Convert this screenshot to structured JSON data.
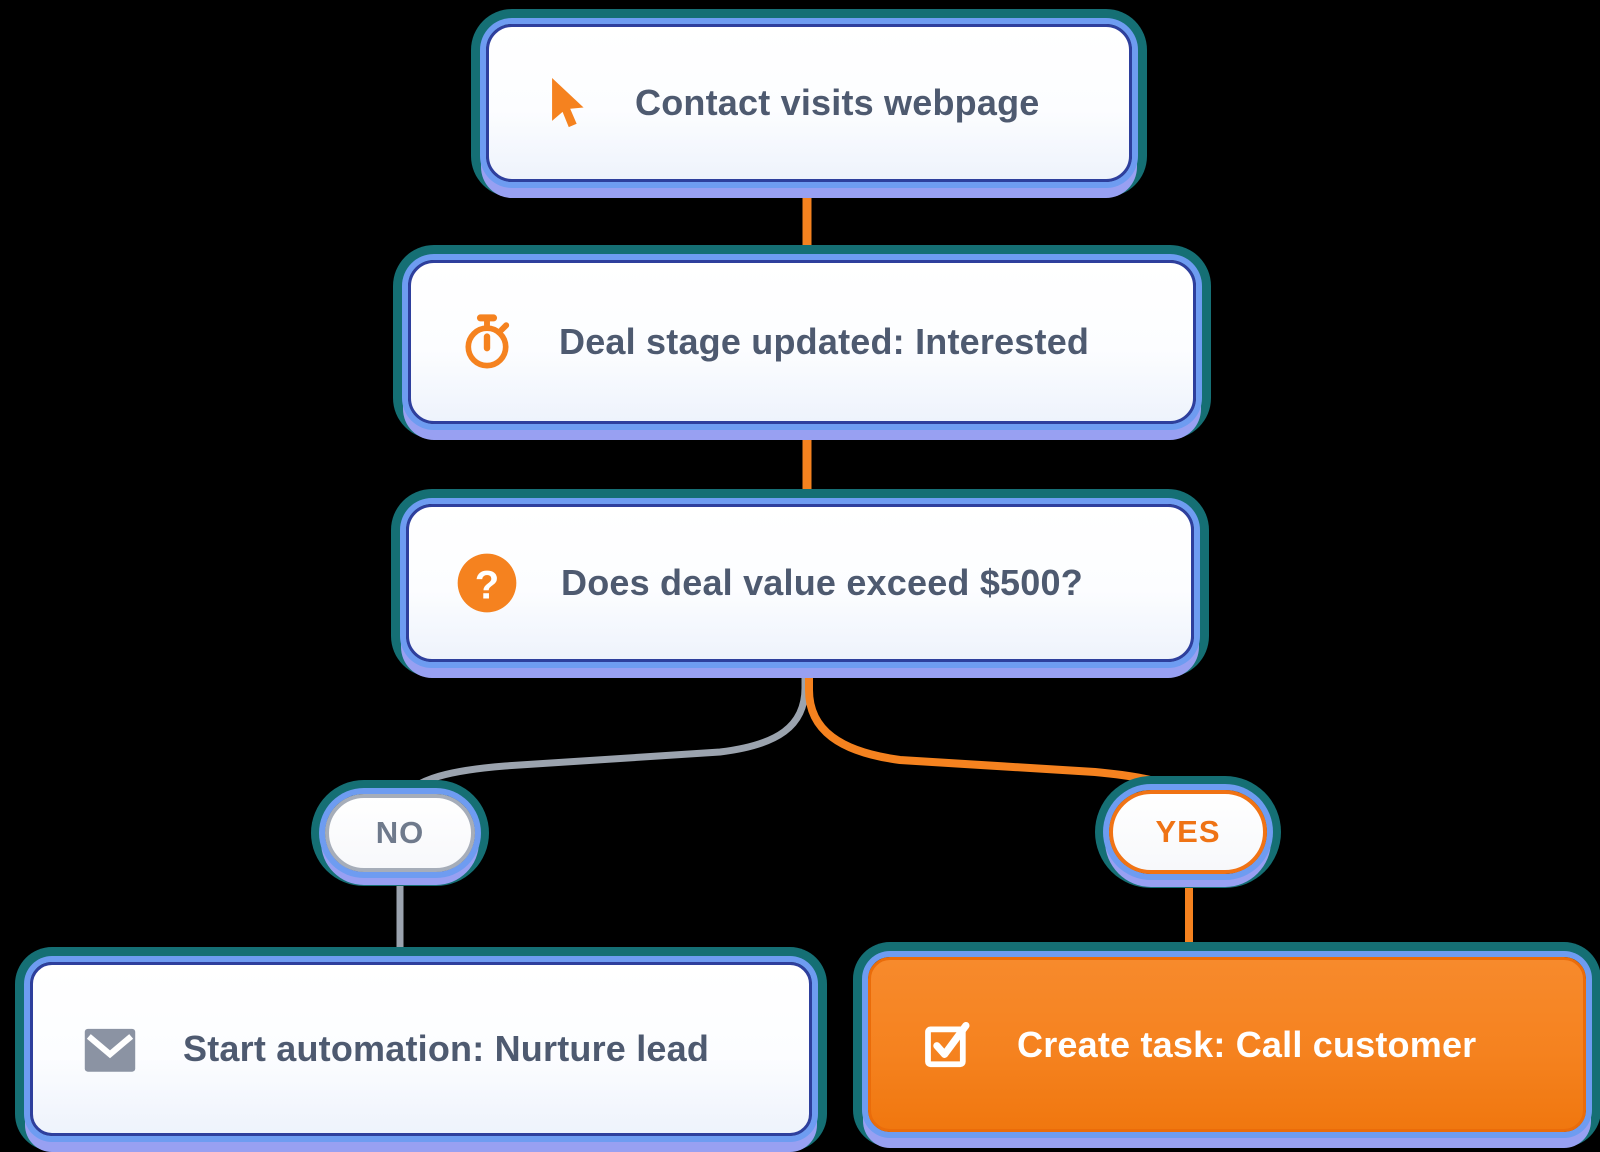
{
  "diagram": {
    "nodes": {
      "trigger": {
        "label": "Contact visits webpage",
        "icon": "cursor-icon"
      },
      "stage": {
        "label": "Deal stage updated: Interested",
        "icon": "stopwatch-icon"
      },
      "condition": {
        "label": "Does deal value exceed $500?",
        "icon": "question-circle-icon"
      },
      "no_action": {
        "label": "Start automation: Nurture lead",
        "icon": "envelope-icon"
      },
      "yes_action": {
        "label": "Create task: Call customer",
        "icon": "checkbox-check-icon"
      }
    },
    "branch_labels": {
      "no": "NO",
      "yes": "YES"
    },
    "question_glyph": "?",
    "colors": {
      "accent_orange": "#f5821f",
      "orange_border": "#ea6c0a",
      "ring_teal": "#156f74",
      "halo_blue": "#6e9cf1",
      "halo_lavender": "#98a0f2",
      "node_border_navy": "#2e3f9d",
      "label_slate": "#4e5a70",
      "gray_connector": "#9ba3ae",
      "pill_no_border": "#a6adb9",
      "pill_no_text": "#6f7a8c",
      "pill_yes_text": "#ef7315",
      "envelope_gray": "#8b93a3",
      "background": "#000000"
    }
  }
}
